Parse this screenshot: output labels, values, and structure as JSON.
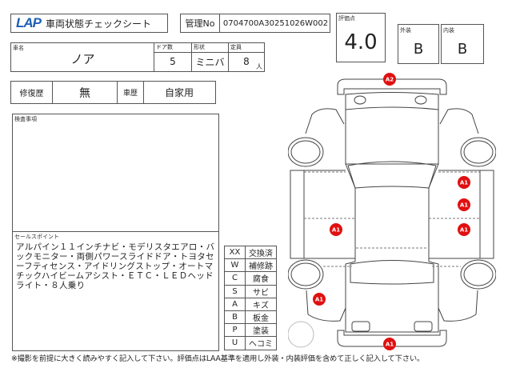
{
  "header": {
    "logo": "LAP",
    "title": "車両状態チェックシート",
    "mgmt_label": "管理No",
    "mgmt_no": "0704700A30251026W002"
  },
  "score": {
    "label": "評価点",
    "value": "4.0",
    "exterior_label": "外装",
    "exterior": "B",
    "interior_label": "内装",
    "interior": "B"
  },
  "vehicle": {
    "name_label": "車名",
    "name": "ノア",
    "doors_label": "ドア数",
    "doors": "5",
    "shape_label": "形状",
    "shape": "ミニバ",
    "capacity_label": "定員",
    "capacity": "8",
    "capacity_unit": "人"
  },
  "history": {
    "repair_label": "修復歴",
    "repair": "無",
    "usage_label": "車歴",
    "usage": "自家用"
  },
  "inspection": {
    "label": "検査事項"
  },
  "sales": {
    "label": "セールスポイント",
    "text": "アルパイン１１インチナビ・モデリスタエアロ・バックモニター・両側パワースライドドア・トヨタセーフティセンス・アイドリングストップ・オートマチックハイビームアシスト・ＥＴＣ・ＬＥＤヘッドライト・８人乗り"
  },
  "legend": [
    {
      "code": "XX",
      "meaning": "交換済"
    },
    {
      "code": "W",
      "meaning": "補修跡"
    },
    {
      "code": "C",
      "meaning": "腐食"
    },
    {
      "code": "S",
      "meaning": "サビ"
    },
    {
      "code": "A",
      "meaning": "キズ"
    },
    {
      "code": "B",
      "meaning": "板金"
    },
    {
      "code": "P",
      "meaning": "塗装"
    },
    {
      "code": "U",
      "meaning": "ヘコミ"
    }
  ],
  "damage_marks": [
    "A2",
    "A1",
    "A1",
    "A1",
    "A1",
    "A1",
    "A1"
  ],
  "footer": "※撮影を前提に大きく読みやすく記入して下さい。評価点はLAA基準を適用し外装・内装評価を含めて正しく記入して下さい。",
  "colors": {
    "mark": "#e01010",
    "logo": "#1f5fb4"
  }
}
